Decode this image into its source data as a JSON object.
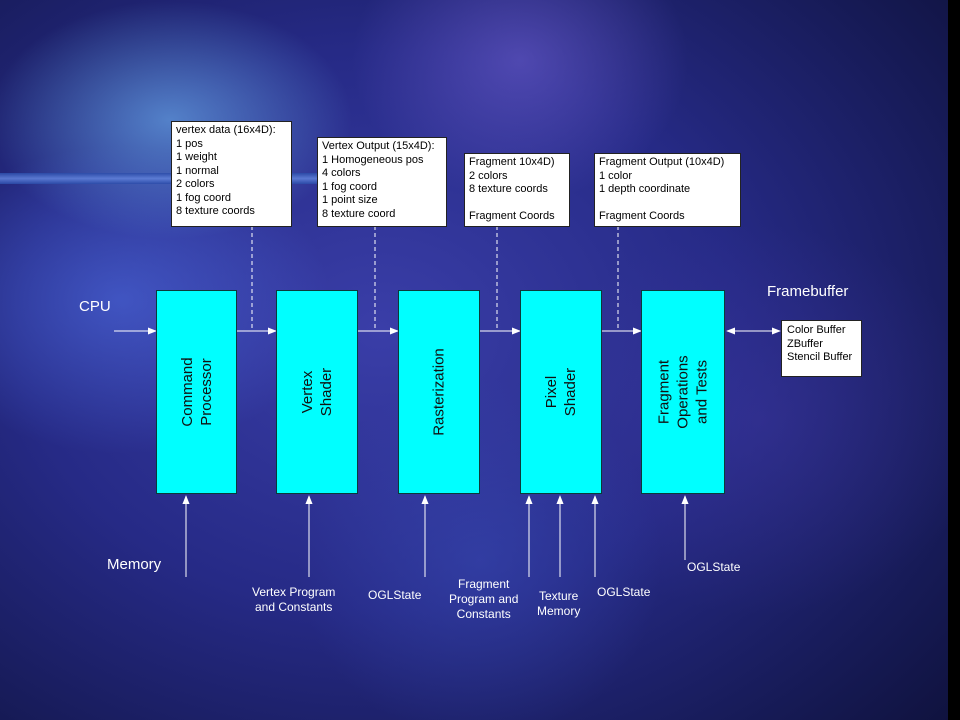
{
  "blocks": {
    "command_processor": "Command\nProcessor",
    "vertex_shader": "Vertex\nShader",
    "rasterization": "Rasterization",
    "pixel_shader": "Pixel\nShader",
    "fragment_ops": "Fragment\nOperations\nand Tests"
  },
  "callouts": {
    "vertex_data": {
      "title": "vertex data (16x4D):",
      "lines": [
        "1 pos",
        "1 weight",
        "1 normal",
        "2 colors",
        "1 fog coord",
        "8 texture coords"
      ]
    },
    "vertex_output": {
      "title": "Vertex Output (15x4D):",
      "lines": [
        "1 Homogeneous pos",
        "4 colors",
        "1 fog coord",
        "1 point size",
        "8 texture coord"
      ]
    },
    "fragment": {
      "title": "Fragment 10x4D)",
      "lines": [
        "2 colors",
        "8 texture coords"
      ],
      "footer": "Fragment Coords"
    },
    "fragment_output": {
      "title": "Fragment Output (10x4D)",
      "lines": [
        "1 color",
        "1 depth coordinate"
      ],
      "footer": "Fragment Coords"
    },
    "framebuffer": {
      "lines": [
        "Color Buffer",
        "ZBuffer",
        "Stencil Buffer"
      ]
    }
  },
  "labels": {
    "cpu": "CPU",
    "framebuffer": "Framebuffer",
    "memory": "Memory",
    "vertex_program": "Vertex Program\nand Constants",
    "oglstate_1": "OGLState",
    "fragment_program": "Fragment\nProgram and\nConstants",
    "texture_memory": "Texture\nMemory",
    "oglstate_2": "OGLState",
    "oglstate_3": "OGLState"
  }
}
